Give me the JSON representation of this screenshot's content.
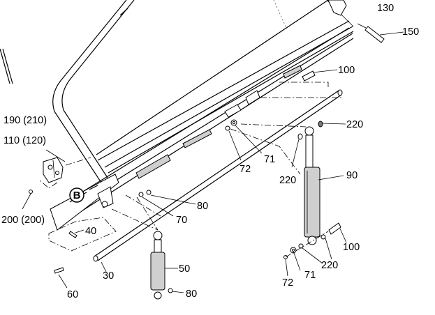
{
  "diagram": {
    "callouts": [
      {
        "id": "c130",
        "text": "130"
      },
      {
        "id": "c150",
        "text": "150"
      },
      {
        "id": "c100a",
        "text": "100"
      },
      {
        "id": "c220a",
        "text": "220"
      },
      {
        "id": "c190",
        "text": "190  (210)"
      },
      {
        "id": "c110",
        "text": "110  (120)"
      },
      {
        "id": "c71a",
        "text": "71"
      },
      {
        "id": "c72a",
        "text": "72"
      },
      {
        "id": "c220b",
        "text": "220"
      },
      {
        "id": "c90",
        "text": "90"
      },
      {
        "id": "c80a",
        "text": "80"
      },
      {
        "id": "c200",
        "text": "200  (200)"
      },
      {
        "id": "c70",
        "text": "70"
      },
      {
        "id": "c40",
        "text": "40"
      },
      {
        "id": "c100b",
        "text": "100"
      },
      {
        "id": "c220c",
        "text": "220"
      },
      {
        "id": "c50",
        "text": "50"
      },
      {
        "id": "c30",
        "text": "30"
      },
      {
        "id": "c71b",
        "text": "71"
      },
      {
        "id": "c72b",
        "text": "72"
      },
      {
        "id": "c60",
        "text": "60"
      },
      {
        "id": "c80b",
        "text": "80"
      }
    ],
    "detail_marker": "B"
  }
}
